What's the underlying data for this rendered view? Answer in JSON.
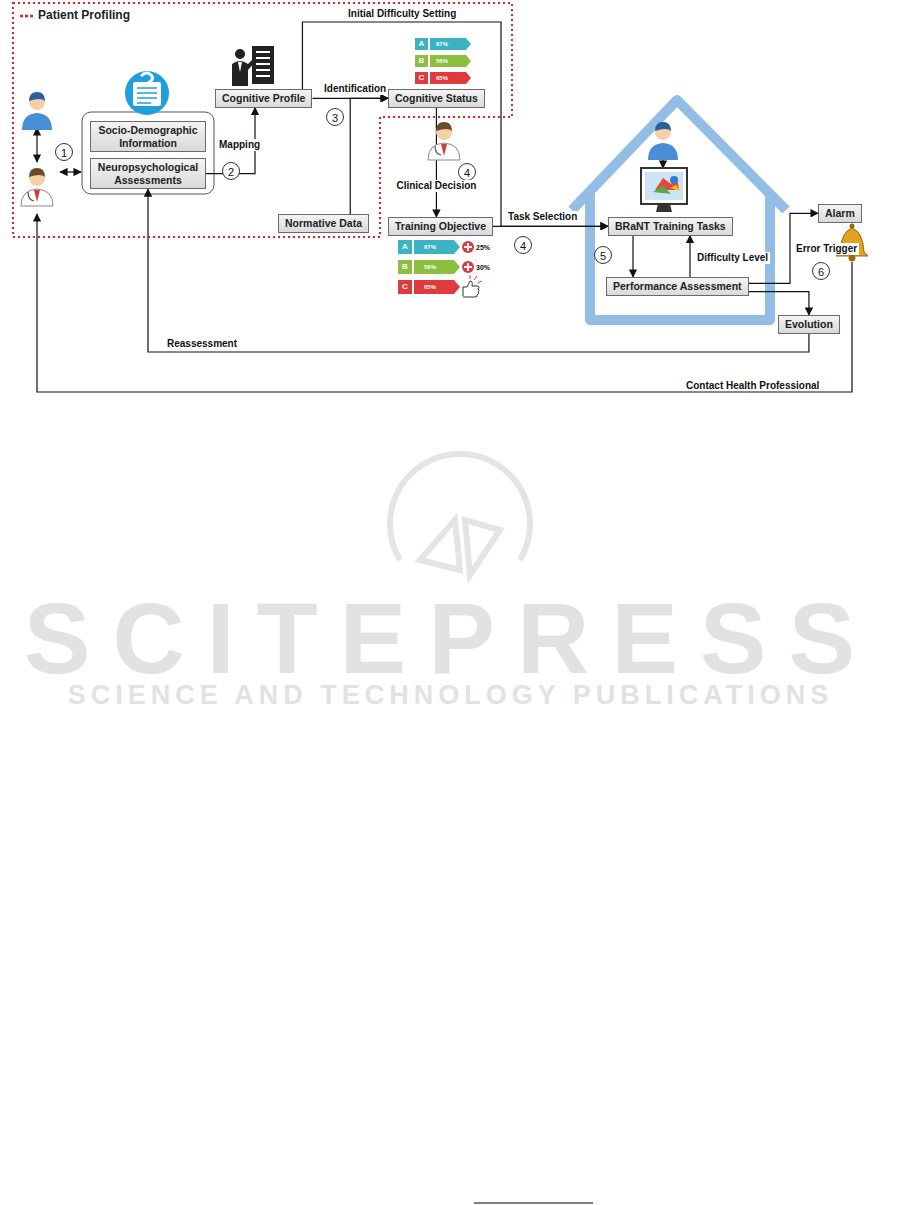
{
  "diagram": {
    "nodes": [
      {
        "text": [
          "Patient Profiling"
        ]
      },
      {
        "text": [
          "Socio-Demographic Information"
        ],
        "in": 0
      },
      {
        "text": [
          "Neuropsychological Assessments"
        ],
        "in": 0
      },
      {
        "text": [
          "Cognitive Profile"
        ],
        "in": 0
      },
      {
        "text": [
          "Cognitive Status"
        ],
        "in": 0
      },
      {
        "text": [
          "Normative Data"
        ],
        "in": 0
      },
      {
        "text": [
          "Training Objective"
        ]
      },
      {
        "text": [
          "BRaNT Training Tasks"
        ]
      },
      {
        "text": [
          "Performance Assessment"
        ]
      },
      {
        "text": [
          "Evolution"
        ]
      },
      {
        "text": [
          "Alarm"
        ]
      }
    ],
    "edges": [
      {
        "from": 2,
        "to": 3,
        "label": "Mapping",
        "arrow": "to"
      },
      {
        "from": 3,
        "to": 4,
        "label": "Identification",
        "arrow": "to"
      },
      {
        "from": 5,
        "to": 4,
        "arrow": "to"
      },
      {
        "from": 3,
        "to": 7,
        "label": "Initial Difficulty Setting",
        "arrow": "to"
      },
      {
        "from": 4,
        "to": 6,
        "label": "Clinical Decision",
        "arrow": "to"
      },
      {
        "from": 6,
        "to": 7,
        "label": "Task Selection",
        "arrow": "to"
      },
      {
        "from": 7,
        "to": 8,
        "arrow": "to"
      },
      {
        "from": 8,
        "to": 7,
        "label": "Difficulty Level",
        "arrow": "to"
      },
      {
        "from": 8,
        "to": 10,
        "label": "Error Trigger",
        "arrow": "to"
      },
      {
        "from": 8,
        "to": 9,
        "arrow": "to"
      },
      {
        "from": 9,
        "to": 2,
        "label": "Reassessment",
        "arrow": "to"
      }
    ],
    "labels": [
      "1",
      "2",
      "3",
      "4",
      "4",
      "5",
      "6",
      "A",
      "67%",
      "B",
      "56%",
      "C",
      "65%",
      "A",
      "67%",
      "B",
      "56%",
      "C",
      "65%",
      "25%",
      "30%",
      "Contact Health Professional",
      "SCITEPRESS",
      "SCIENCE AND TECHNOLOGY PUBLICATIONS"
    ]
  }
}
